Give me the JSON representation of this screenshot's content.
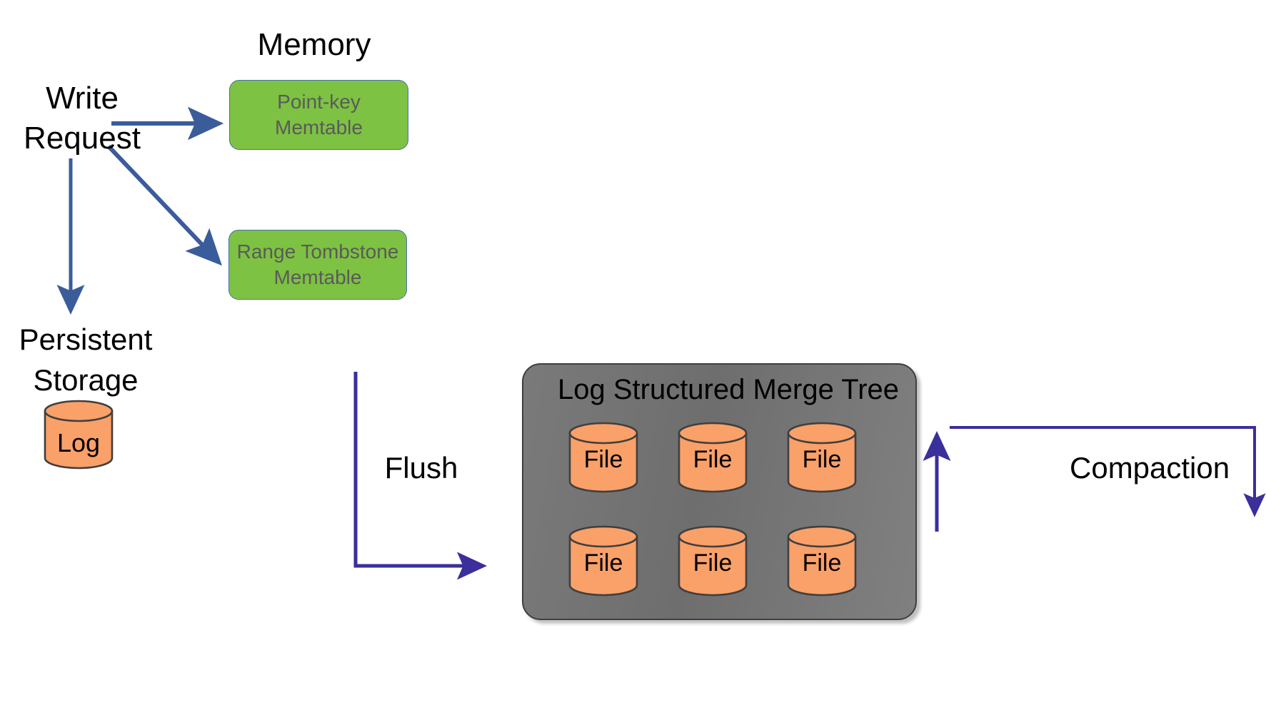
{
  "diagram": {
    "title_memory": "Memory",
    "title_lsm": "Log Structured Merge Tree",
    "labels": {
      "write_request": "Write\nRequest",
      "persistent_storage": "Persistent\nStorage",
      "flush": "Flush",
      "compaction": "Compaction"
    },
    "memtables": [
      {
        "id": "point-key",
        "text": "Point-key\nMemtable"
      },
      {
        "id": "range-tombstone",
        "text": "Range Tombstone\nMemtable"
      }
    ],
    "storage": {
      "log_label": "Log"
    },
    "lsm_files": [
      {
        "label": "File"
      },
      {
        "label": "File"
      },
      {
        "label": "File"
      },
      {
        "label": "File"
      },
      {
        "label": "File"
      },
      {
        "label": "File"
      }
    ],
    "colors": {
      "memtable_fill": "#7DC242",
      "memtable_border": "#4472A8",
      "memtable_text": "#5A5A5A",
      "cylinder_fill": "#FAA069",
      "cylinder_border": "#3F3F3F",
      "lsm_fill": "#757575",
      "lsm_border": "#3F3F3F",
      "arrow_blue": "#3B5C9B",
      "arrow_navy": "#3A2F9B",
      "text_black": "#000000",
      "background": "#FFFFFF"
    },
    "arrow_names": [
      "write-to-pointkey-memtable-arrow",
      "write-to-range-tombstone-memtable-arrow",
      "write-to-persistent-storage-arrow",
      "flush-arrow",
      "compaction-loop-arrow"
    ]
  }
}
